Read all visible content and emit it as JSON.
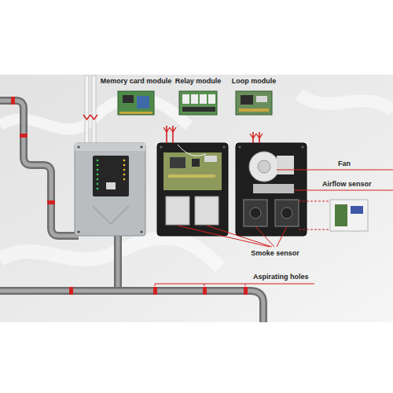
{
  "diagram": {
    "labels": [
      "Memory card module",
      "Relay module",
      "Loop module",
      "Fan",
      "Airflow sensor",
      "Smoke sensor",
      "Aspirating holes"
    ]
  }
}
